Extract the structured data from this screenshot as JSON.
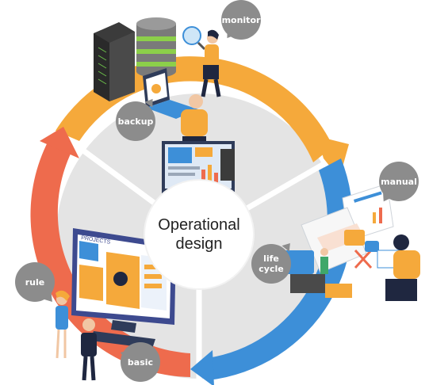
{
  "center": {
    "line1": "Operational",
    "line2": "design"
  },
  "bubbles": {
    "monitor": "monitor",
    "backup": "backup",
    "manual": "manual",
    "life_cycle": "life\ncycle",
    "rule": "rule",
    "basic": "basic"
  },
  "colors": {
    "ring_orange": "#f5a93b",
    "ring_blue": "#3d8fd8",
    "ring_red": "#ee6b4d",
    "pie_gray": "#e4e4e4",
    "bubble_gray": "#8c8c8c"
  },
  "monitor_screen": {
    "label": "PROJECTS"
  }
}
